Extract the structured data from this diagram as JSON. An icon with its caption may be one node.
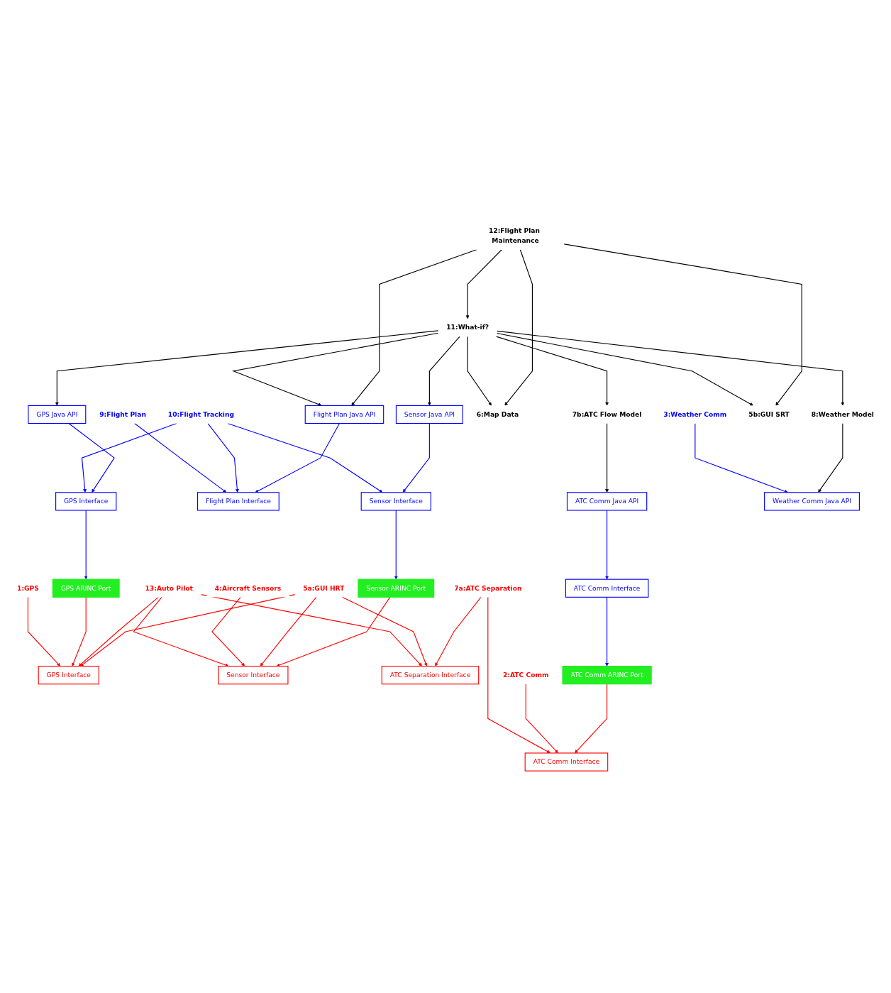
{
  "diagram": {
    "nodes": [
      {
        "text": [
          "1:GPS"
        ]
      },
      {
        "text": [
          "GPS ARINC Port"
        ]
      },
      {
        "text": [
          "GPS Interface"
        ]
      },
      {
        "text": [
          "9:Flight Plan"
        ]
      },
      {
        "text": [
          "GPS Interface"
        ]
      },
      {
        "text": [
          "10:Flight Tracking"
        ]
      },
      {
        "text": [
          "4:Aircraft Sensors"
        ]
      },
      {
        "text": [
          "13:Auto Pilot"
        ]
      },
      {
        "text": [
          "5a:GUI HRT"
        ]
      },
      {
        "text": [
          "Sensor Interface"
        ]
      },
      {
        "text": [
          "GPS Java API"
        ]
      },
      {
        "text": [
          "Sensor ARINC Port"
        ]
      },
      {
        "text": [
          "Sensor Java API"
        ]
      },
      {
        "text": [
          "Flight Plan Interface"
        ]
      },
      {
        "text": [
          "Sensor Interface"
        ]
      },
      {
        "text": [
          "11:What-if?"
        ]
      },
      {
        "text": [
          "ATC Separation Interface"
        ]
      },
      {
        "text": [
          "7a:ATC Separation"
        ]
      },
      {
        "text": [
          "2:ATC Comm"
        ]
      },
      {
        "text": [
          "ATC Comm Interface"
        ]
      },
      {
        "text": [
          "Flight Plan Java API"
        ]
      },
      {
        "text": [
          "6:Map Data"
        ]
      },
      {
        "text": [
          "ATC Comm ARINC Port"
        ]
      },
      {
        "text": [
          "7b:ATC Flow Model"
        ]
      },
      {
        "text": [
          "ATC Comm Interface"
        ]
      },
      {
        "text": [
          "12:Flight Plan Maintenance"
        ]
      },
      {
        "text": [
          "8:Weather Model"
        ]
      },
      {
        "text": [
          "5b:GUI SRT"
        ]
      },
      {
        "text": [
          "ATC Comm Java API"
        ]
      },
      {
        "text": [
          "3:Weather Comm"
        ]
      },
      {
        "text": [
          "Weather Comm Java API"
        ]
      }
    ],
    "edges": [
      {
        "from": 0,
        "to": 2,
        "arrow": "to"
      },
      {
        "from": 1,
        "to": 2,
        "arrow": "to"
      },
      {
        "from": 7,
        "to": 2,
        "arrow": "to"
      },
      {
        "from": 8,
        "to": 2,
        "arrow": "to"
      },
      {
        "from": 7,
        "to": 9,
        "arrow": "to"
      },
      {
        "from": 6,
        "to": 9,
        "arrow": "to"
      },
      {
        "from": 8,
        "to": 9,
        "arrow": "to"
      },
      {
        "from": 11,
        "to": 9,
        "arrow": "to"
      },
      {
        "from": 7,
        "to": 16,
        "arrow": "to"
      },
      {
        "from": 8,
        "to": 16,
        "arrow": "to"
      },
      {
        "from": 17,
        "to": 16,
        "arrow": "to"
      },
      {
        "from": 17,
        "to": 19,
        "arrow": "to"
      },
      {
        "from": 18,
        "to": 19,
        "arrow": "to"
      },
      {
        "from": 22,
        "to": 19,
        "arrow": "to"
      },
      {
        "from": 4,
        "to": 1,
        "arrow": "to",
        "color": "#0000ff"
      },
      {
        "from": 5,
        "to": 4,
        "arrow": "to",
        "color": "#0000ff"
      },
      {
        "from": 10,
        "to": 4,
        "arrow": "to",
        "color": "#0000ff"
      },
      {
        "from": 5,
        "to": 14,
        "arrow": "to",
        "color": "#0000ff"
      },
      {
        "from": 12,
        "to": 14,
        "arrow": "to",
        "color": "#0000ff"
      },
      {
        "from": 14,
        "to": 11,
        "arrow": "to",
        "color": "#0000ff"
      },
      {
        "from": 3,
        "to": 13,
        "arrow": "to",
        "color": "#0000ff"
      },
      {
        "from": 5,
        "to": 13,
        "arrow": "to",
        "color": "#0000ff"
      },
      {
        "from": 20,
        "to": 13,
        "arrow": "to",
        "color": "#0000ff"
      },
      {
        "from": 24,
        "to": 22,
        "arrow": "to",
        "color": "#0000ff"
      },
      {
        "from": 28,
        "to": 24,
        "arrow": "to",
        "color": "#0000ff"
      },
      {
        "from": 29,
        "to": 30,
        "arrow": "to",
        "color": "#0000ff"
      },
      {
        "from": 15,
        "to": 10,
        "arrow": "to",
        "color": "#000000"
      },
      {
        "from": 15,
        "to": 12,
        "arrow": "to",
        "color": "#000000"
      },
      {
        "from": 15,
        "to": 20,
        "arrow": "to",
        "color": "#000000"
      },
      {
        "from": 15,
        "to": 21,
        "arrow": "to",
        "color": "#000000"
      },
      {
        "from": 15,
        "to": 27,
        "arrow": "to",
        "color": "#000000"
      },
      {
        "from": 15,
        "to": 26,
        "arrow": "to",
        "color": "#000000"
      },
      {
        "from": 15,
        "to": 23,
        "arrow": "to",
        "color": "#000000"
      },
      {
        "from": 25,
        "to": 15,
        "arrow": "to",
        "color": "#000000"
      },
      {
        "from": 25,
        "to": 20,
        "arrow": "to",
        "color": "#000000"
      },
      {
        "from": 25,
        "to": 21,
        "arrow": "to",
        "color": "#000000"
      },
      {
        "from": 25,
        "to": 27,
        "arrow": "to",
        "color": "#000000"
      },
      {
        "from": 23,
        "to": 28,
        "arrow": "to",
        "color": "#000000"
      },
      {
        "from": 26,
        "to": 30,
        "arrow": "to",
        "color": "#000000"
      }
    ]
  }
}
